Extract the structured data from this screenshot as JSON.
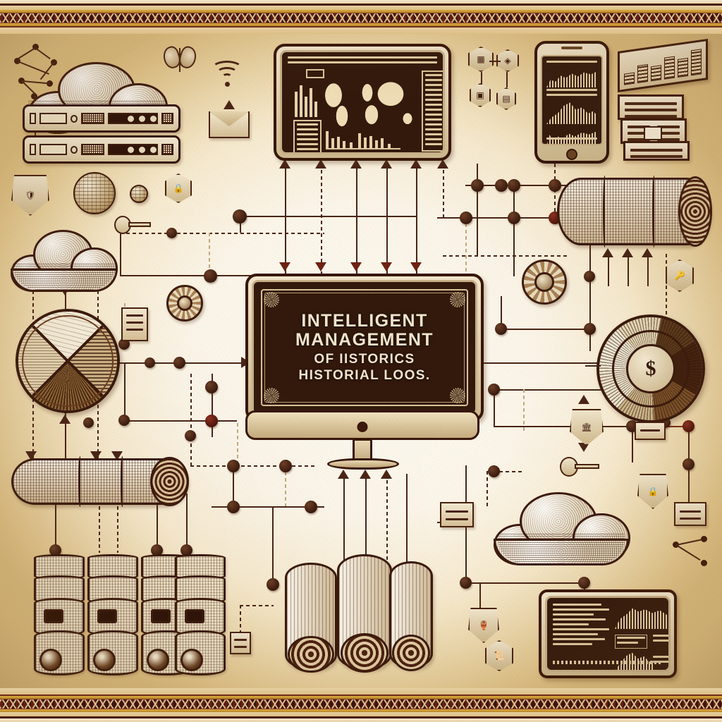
{
  "artwork": {
    "style": "vintage sepia engraved technical diagram on aged parchment",
    "medium_note": "hand-drawn ink illustration, halftone shading",
    "palette": {
      "parchment_light": "#fbf6ea",
      "parchment_mid": "#ecd9ae",
      "parchment_edge": "#dcbe80",
      "ink_dark": "#3c1a0d",
      "ink_mid": "#4a2516",
      "rust_accent": "#7a2a18",
      "gold_accent": "#c79a4c",
      "screen_dark": "#33190c",
      "screen_text": "#f3e7cd"
    },
    "border": {
      "name": "woven-braid-band",
      "top": true,
      "bottom": true,
      "rule_color": "#4a1d16",
      "gold_color": "#c79a4c"
    }
  },
  "hero": {
    "device": "desktop-monitor",
    "title_lines": [
      "INTELLIGENT",
      "MANAGEMENT",
      "OF IISTORICS",
      "HISTORIAL LOOS."
    ],
    "line1": "INTELLIGENT",
    "line2": "MANAGEMENT",
    "line3": "OF IISTORICS",
    "line4": "HISTORIAL LOOS.",
    "frame": "ornamental double-rule with corner rosettes",
    "inbound_arrows": 6,
    "outbound_arrows": 4
  },
  "dashboard": {
    "device": "wall-dashboard-monitor",
    "contents": [
      "header-bars",
      "world-map",
      "left-bar-chart",
      "bottom-bar-chart",
      "right-log-lines",
      "kpi-tile"
    ],
    "map_label": "world-map",
    "bottom_arrows": 6
  },
  "phone": {
    "device": "smartphone",
    "panels": [
      "area-chart-with-caption",
      "mountain-area-chart",
      "bar-and-line-chart"
    ],
    "panel_count": 3
  },
  "report_monitor": {
    "device": "report-monitor",
    "left_column_lines": 9,
    "charts": [
      "area-chart-top-right",
      "area-chart-bottom-center"
    ],
    "right_column_lines": 6
  },
  "pie_left": {
    "name": "segmented-pie-chart",
    "segments": 4,
    "fill_patterns": [
      "plain-light",
      "horizontal-hatch",
      "radial-hatch",
      "dense-radial-hatch"
    ]
  },
  "donut_right": {
    "name": "financial-donut-gauge",
    "center_glyph": "$",
    "segments": 6,
    "pointer": "left-tick"
  },
  "storage": {
    "database_units": 4,
    "unit_name": "database-cylinder",
    "scroll_archives_horizontal": 2,
    "scroll_archives_vertical": 3,
    "cloud_nodes": 3
  },
  "clouds": [
    {
      "name": "cloud-server-top-left",
      "attached": "server-rack-stack"
    },
    {
      "name": "cloud-source-left",
      "outputs": 3
    },
    {
      "name": "cloud-sink-bottom-right",
      "inputs": 2
    }
  ],
  "servers": {
    "name": "server-rack-stack",
    "racks": 2,
    "drive_bays_per_rack": 3,
    "indicator_lights_per_rack": 3
  },
  "decor_icons": [
    {
      "name": "network-topology-icon"
    },
    {
      "name": "butterfly-icon"
    },
    {
      "name": "wifi-signal-icon"
    },
    {
      "name": "envelope-icon"
    },
    {
      "name": "globe-icon"
    },
    {
      "name": "shield-lock-icon"
    },
    {
      "name": "shield-badge-icon"
    },
    {
      "name": "compass-rose-icon"
    },
    {
      "name": "ship-wheel-icon"
    },
    {
      "name": "key-icon"
    },
    {
      "name": "hexagon-network-icon"
    },
    {
      "name": "document-chip-icon"
    },
    {
      "name": "barchart-document-icon"
    },
    {
      "name": "document-stack-icon"
    }
  ],
  "flow": {
    "node_count_label": "connector-nodes",
    "line_styles": [
      "solid-ink",
      "dashed-ink",
      "faint-dashed"
    ],
    "arrowheads": [
      "up",
      "down",
      "left",
      "right"
    ]
  },
  "a11y": {
    "diagram_title": "Intelligent Management of Historics Historial Logs — vintage architecture diagram",
    "diagram_desc": "Clouds, server racks, databases, scroll archives, charts, dashboards and a smartphone all connected by dotted ink flow-lines converging on a central monitor."
  }
}
